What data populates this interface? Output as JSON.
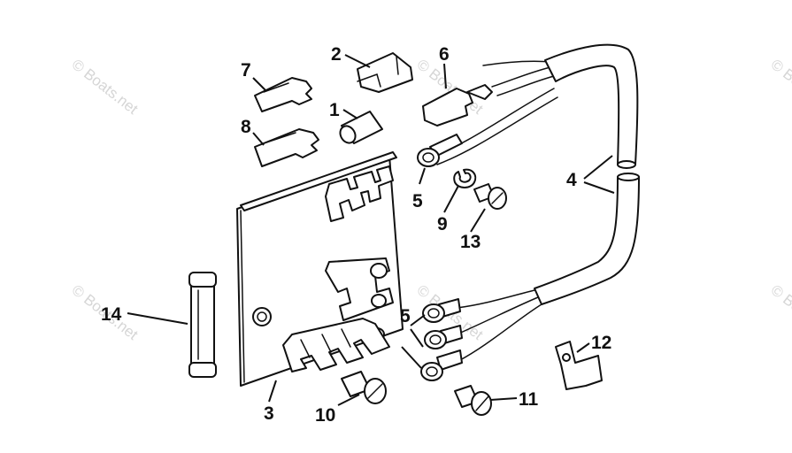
{
  "watermark": "© Boats.net",
  "callouts": {
    "c1": "1",
    "c2": "2",
    "c3": "3",
    "c4": "4",
    "c5a": "5",
    "c5b": "5",
    "c6": "6",
    "c7": "7",
    "c8": "8",
    "c9": "9",
    "c10": "10",
    "c11": "11",
    "c12": "12",
    "c13": "13",
    "c14": "14"
  }
}
